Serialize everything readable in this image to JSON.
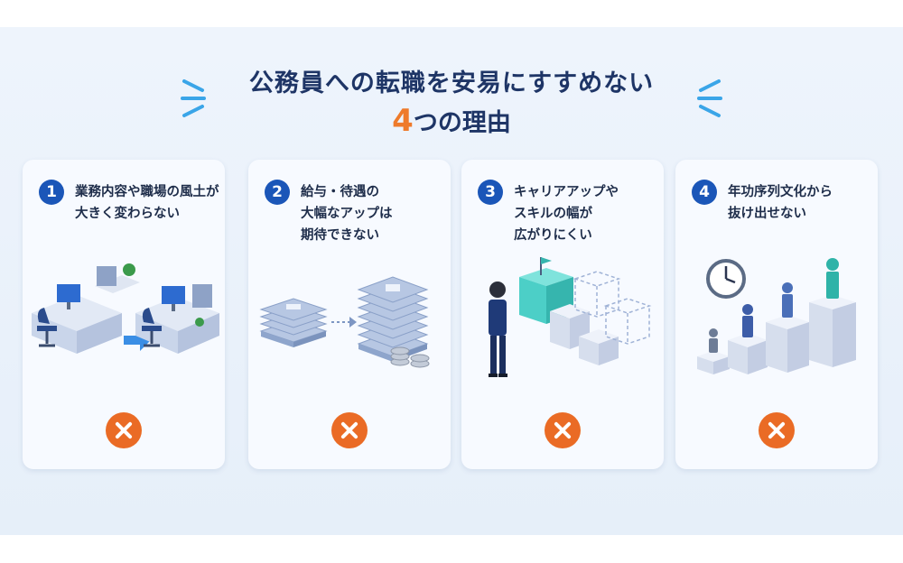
{
  "title": {
    "line1": "公務員への転職を安易にすすめない",
    "line2_number": "4",
    "line2_text": "つの理由"
  },
  "reasons": [
    {
      "number": "1",
      "lines": [
        "業務内容や職場の風土が",
        "大きく変わらない"
      ],
      "illustration": "office-desks-icon"
    },
    {
      "number": "2",
      "lines": [
        "給与・待遇の",
        "大幅なアップは",
        "期待できない"
      ],
      "illustration": "money-stacks-icon"
    },
    {
      "number": "3",
      "lines": [
        "キャリアアップや",
        "スキルの幅が",
        "広がりにくい"
      ],
      "illustration": "career-steps-icon"
    },
    {
      "number": "4",
      "lines": [
        "年功序列文化から",
        "抜け出せない"
      ],
      "illustration": "seniority-podium-icon"
    }
  ],
  "colors": {
    "title": "#1e3566",
    "accent": "#ee7a2b",
    "badge": "#1b56b8",
    "cross": "#ea6b25"
  }
}
